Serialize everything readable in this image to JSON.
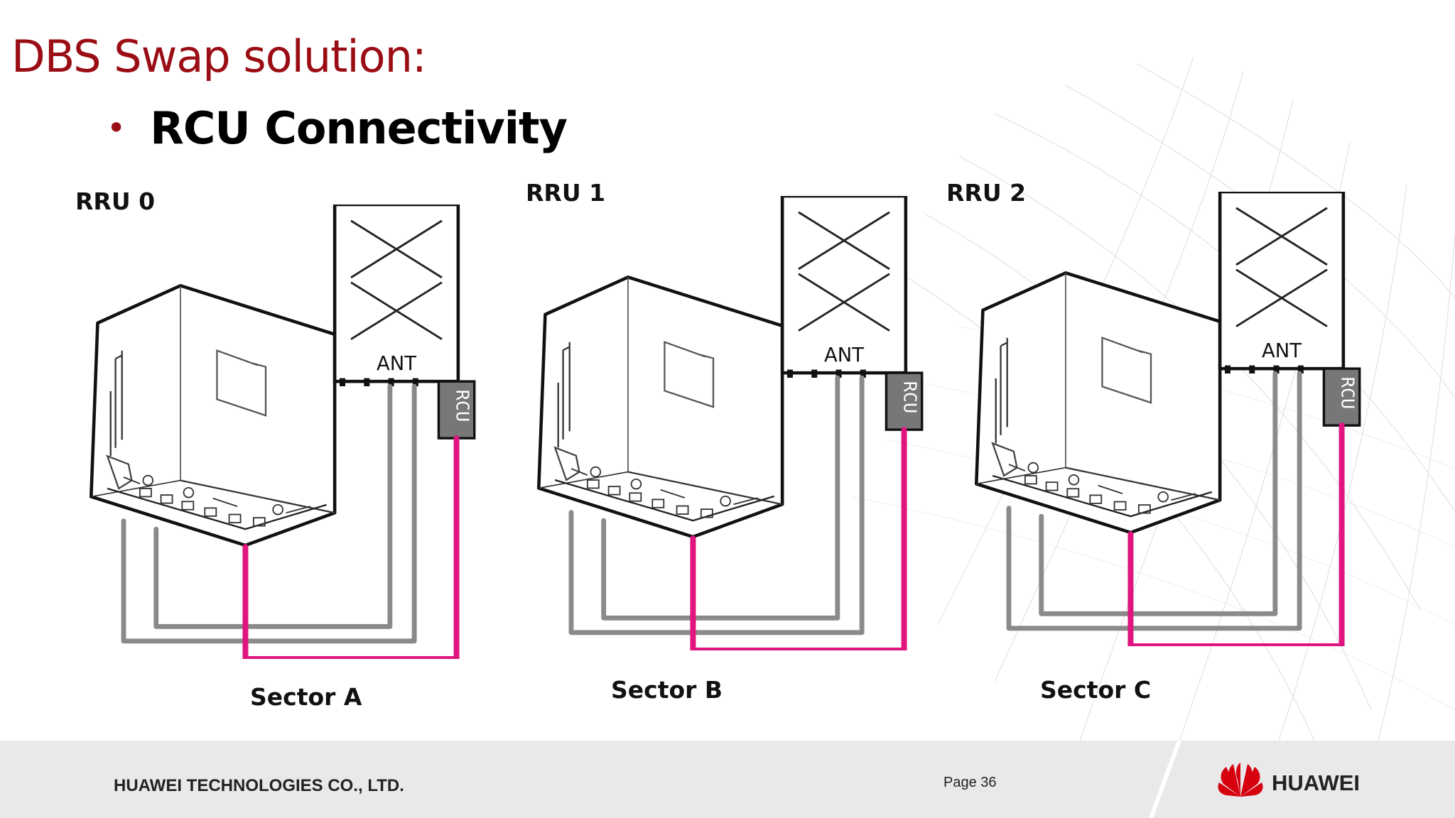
{
  "slide": {
    "title": "DBS Swap solution:",
    "bullet": "RCU Connectivity"
  },
  "diagram": {
    "units": [
      {
        "rru_label": "RRU 0",
        "ant_label": "ANT",
        "rcu_label": "RCU",
        "sector_label": "Sector A"
      },
      {
        "rru_label": "RRU 1",
        "ant_label": "ANT",
        "rcu_label": "RCU",
        "sector_label": "Sector B"
      },
      {
        "rru_label": "RRU 2",
        "ant_label": "ANT",
        "rcu_label": "RCU",
        "sector_label": "Sector C"
      }
    ],
    "colors": {
      "rf_cable": "#8a8a8a",
      "rcu_cable": "#e0157f",
      "title": "#9b0d14"
    }
  },
  "footer": {
    "company": "HUAWEI TECHNOLOGIES CO., LTD.",
    "page": "Page 36",
    "brand": "HUAWEI"
  }
}
